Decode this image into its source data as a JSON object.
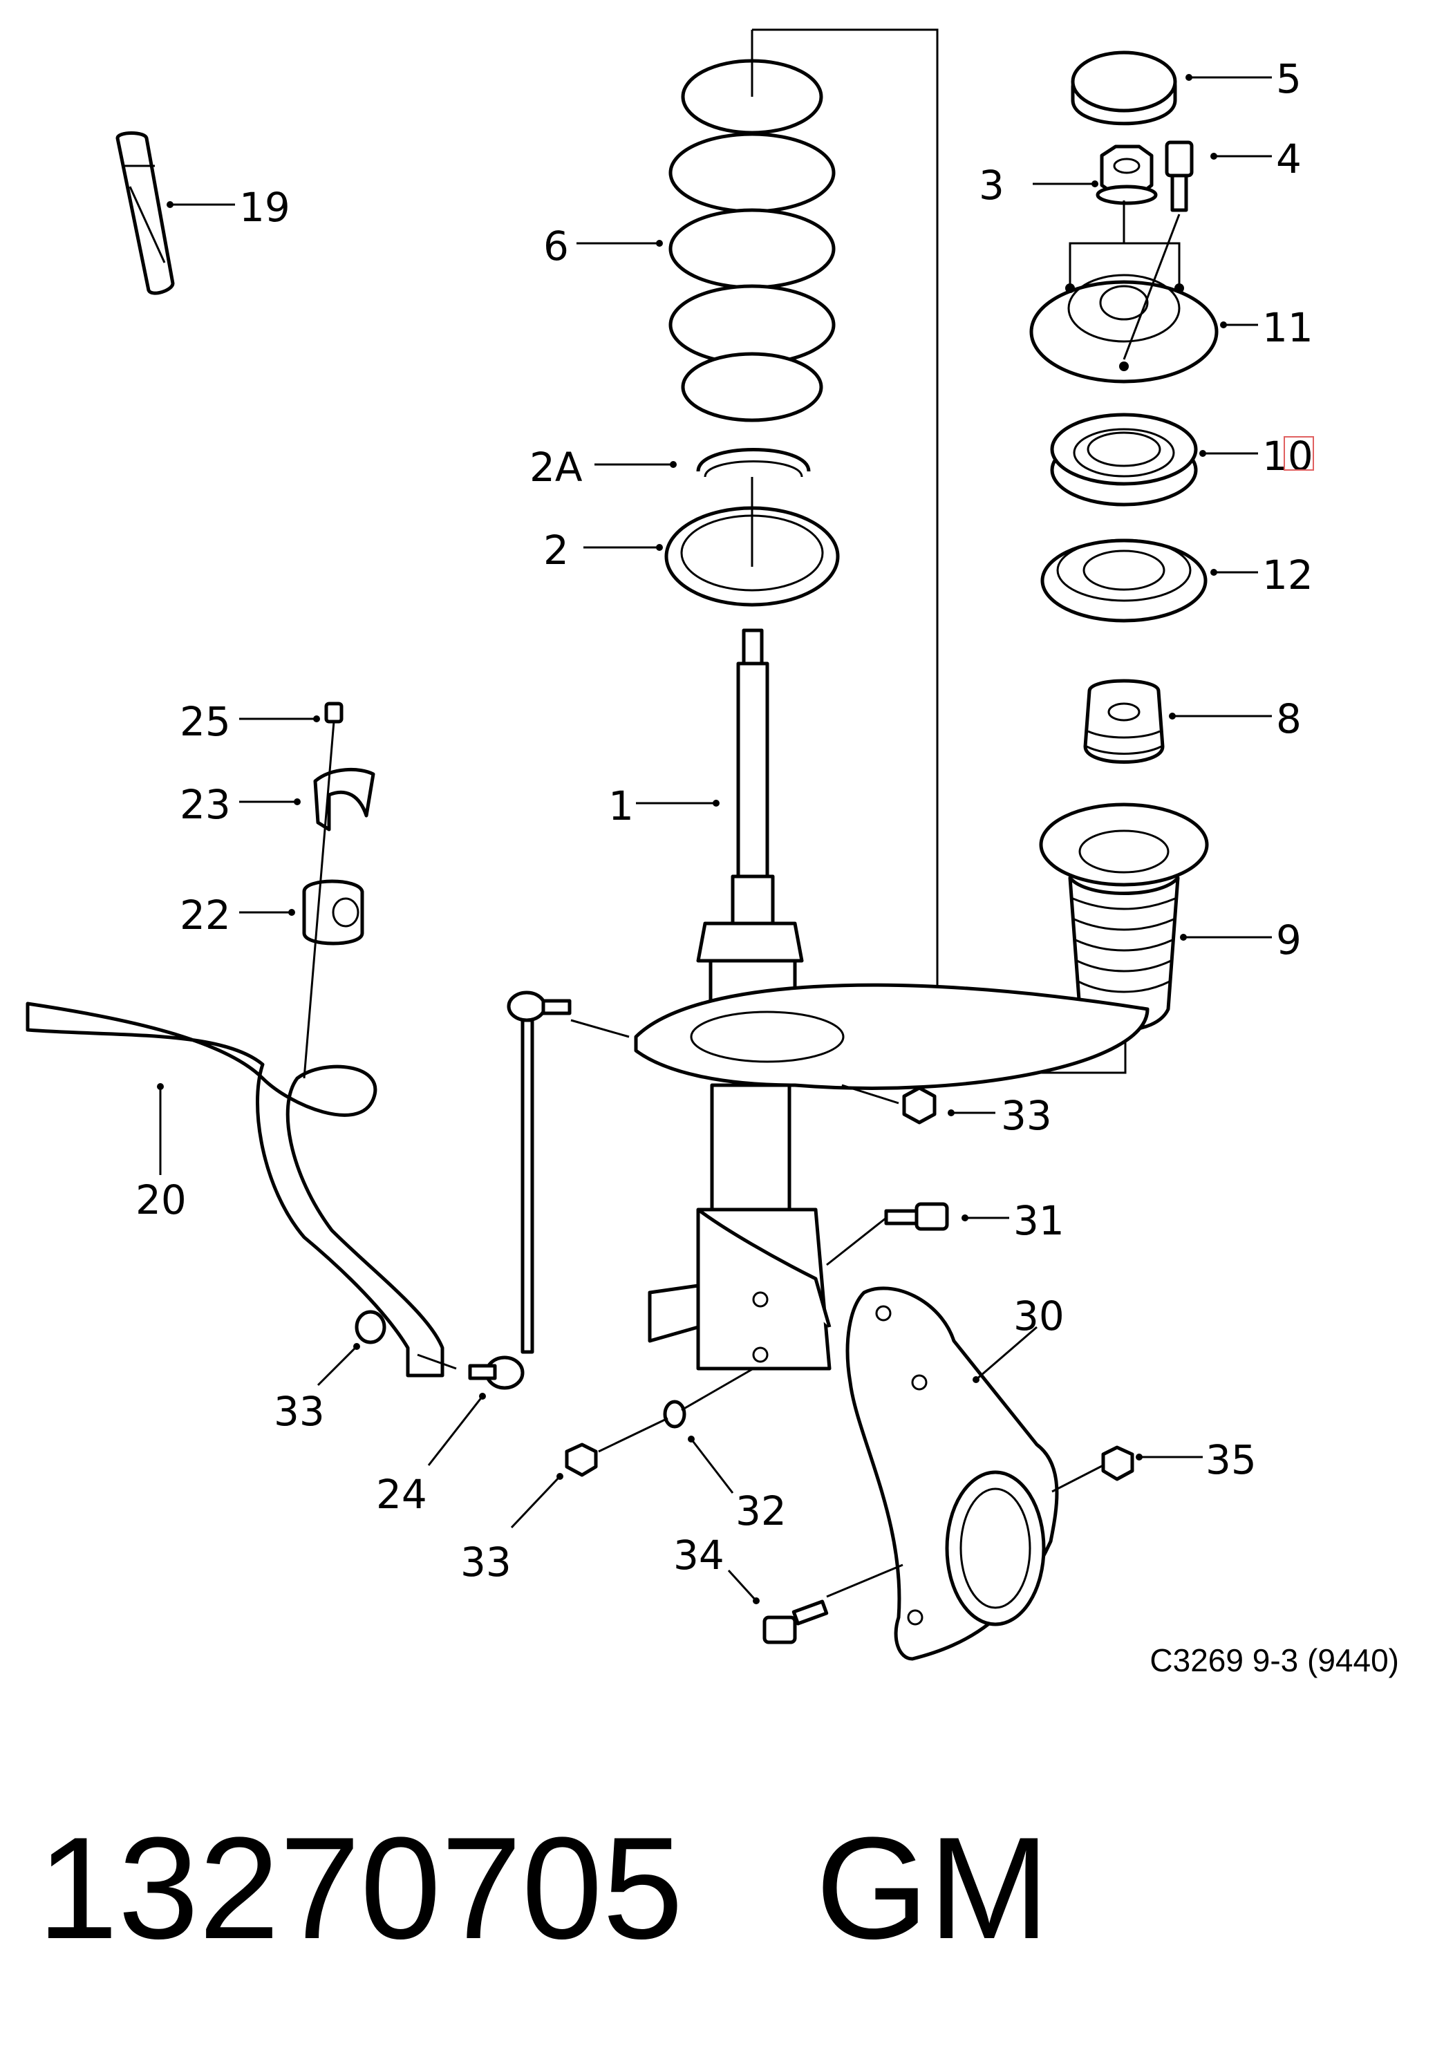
{
  "diagram": {
    "callouts": {
      "c1": "1",
      "c2": "2",
      "c2a": "2A",
      "c3": "3",
      "c4": "4",
      "c5": "5",
      "c6": "6",
      "c8": "8",
      "c9": "9",
      "c10": "10",
      "c11": "11",
      "c12": "12",
      "c19": "19",
      "c20": "20",
      "c22": "22",
      "c23": "23",
      "c24": "24",
      "c25": "25",
      "c30": "30",
      "c31": "31",
      "c32": "32",
      "c33a": "33",
      "c33b": "33",
      "c33c": "33",
      "c34": "34",
      "c35": "35"
    },
    "reference": "C3269 9-3 (9440)"
  },
  "footer": {
    "part_number": "13270705",
    "brand": "GM"
  },
  "highlight_color": "#e06060"
}
